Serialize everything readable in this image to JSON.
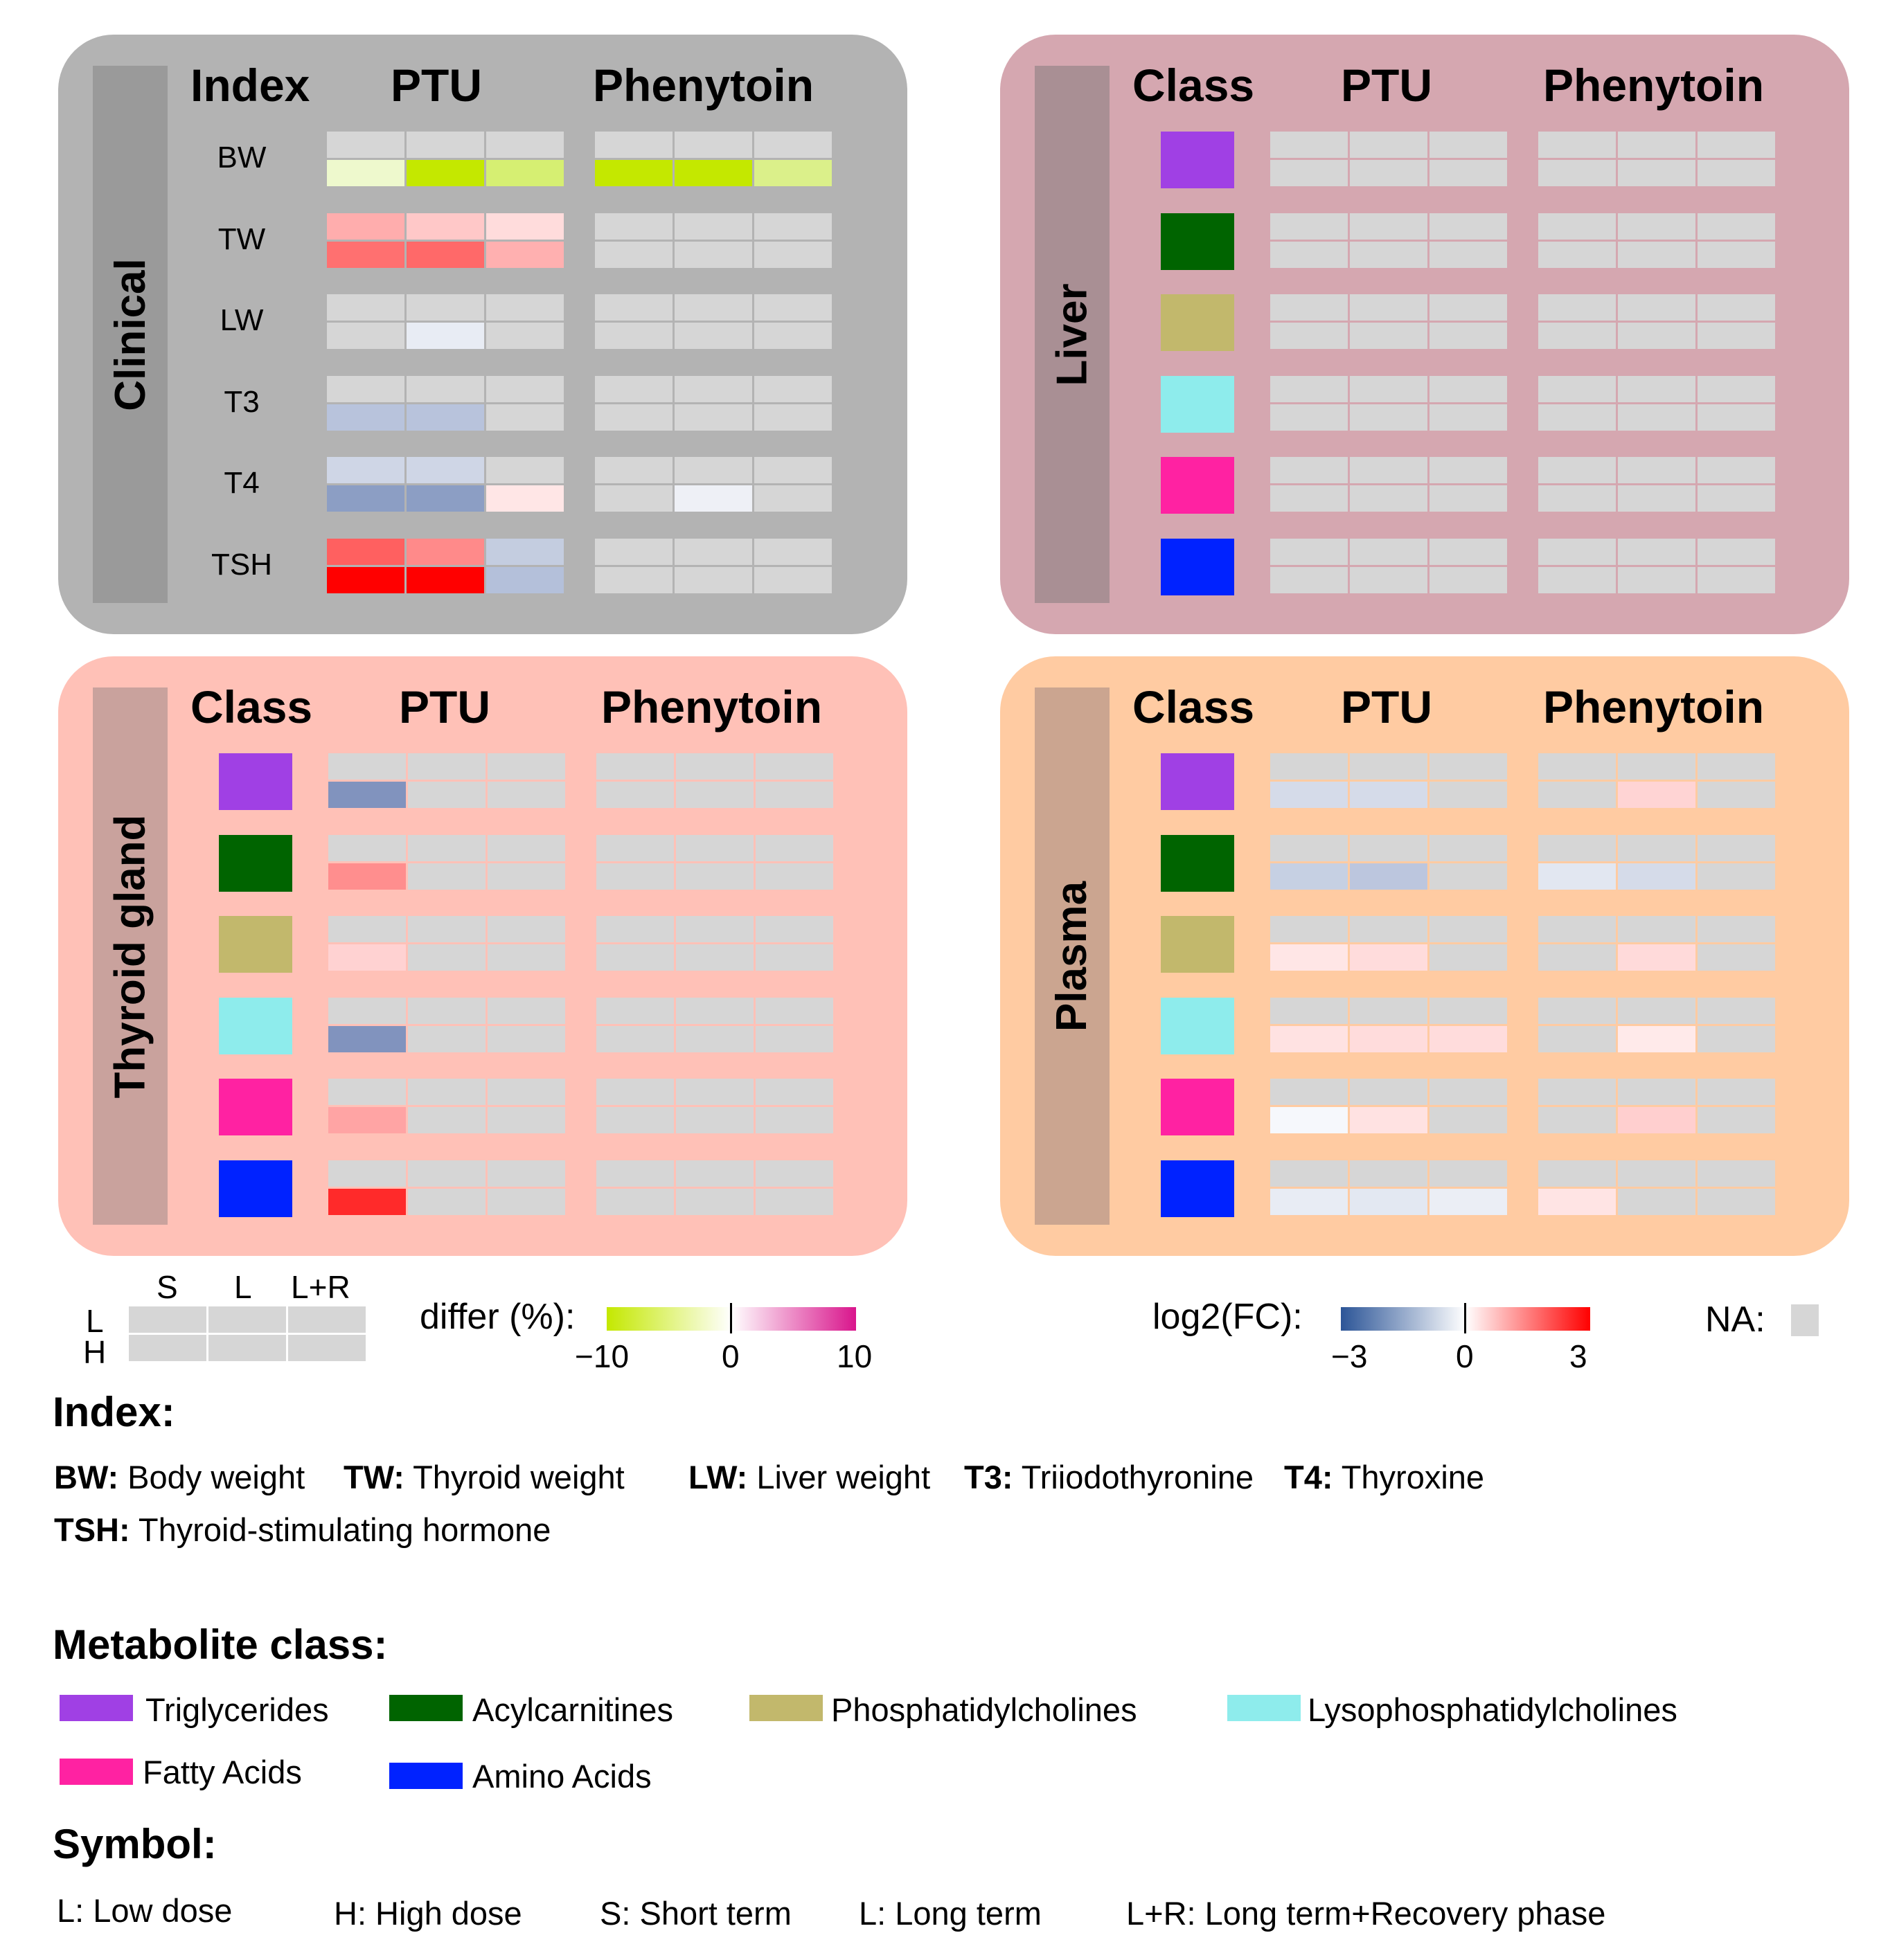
{
  "panels": [
    {
      "name": "Clinical",
      "bg": "#b3b3b3",
      "sidebar_bg": "#9a9a9a",
      "first_col_header": "Index",
      "col_headers": [
        "PTU",
        "Phenytoin"
      ],
      "row_labels": [
        "BW",
        "TW",
        "LW",
        "T3",
        "T4",
        "TSH"
      ],
      "rows": [
        {
          "ptu": [
            "#d6d6d6",
            "#d6d6d6",
            "#d6d6d6",
            "#eef9cd",
            "#c4e800",
            "#d6ef72"
          ],
          "phenytoin": [
            "#d6d6d6",
            "#d6d6d6",
            "#d6d6d6",
            "#c4e800",
            "#c4e800",
            "#dbf08a"
          ]
        },
        {
          "ptu": [
            "#ffadad",
            "#ffc8c8",
            "#ffdcdc",
            "#ff7070",
            "#ff6969",
            "#ffb0b0"
          ],
          "phenytoin": [
            "#d6d6d6",
            "#d6d6d6",
            "#d6d6d6",
            "#d6d6d6",
            "#d6d6d6",
            "#d6d6d6"
          ]
        },
        {
          "ptu": [
            "#d6d6d6",
            "#d6d6d6",
            "#d6d6d6",
            "#d6d6d6",
            "#e8ecf4",
            "#d6d6d6"
          ],
          "phenytoin": [
            "#d6d6d6",
            "#d6d6d6",
            "#d6d6d6",
            "#d6d6d6",
            "#d6d6d6",
            "#d6d6d6"
          ]
        },
        {
          "ptu": [
            "#d6d6d6",
            "#d6d6d6",
            "#d6d6d6",
            "#b8c3dc",
            "#b8c3dc",
            "#d6d6d6"
          ],
          "phenytoin": [
            "#d6d6d6",
            "#d6d6d6",
            "#d6d6d6",
            "#d6d6d6",
            "#d6d6d6",
            "#d6d6d6"
          ]
        },
        {
          "ptu": [
            "#cfd6e6",
            "#cfd6e6",
            "#d6d6d6",
            "#8c9ec4",
            "#8c9ec4",
            "#ffe6e6"
          ],
          "phenytoin": [
            "#d6d6d6",
            "#d6d6d6",
            "#d6d6d6",
            "#d6d6d6",
            "#eef0f6",
            "#d6d6d6"
          ]
        },
        {
          "ptu": [
            "#ff6060",
            "#ff8a8a",
            "#c4cde0",
            "#ff0000",
            "#ff0000",
            "#b4c0da"
          ],
          "phenytoin": [
            "#d6d6d6",
            "#d6d6d6",
            "#d6d6d6",
            "#d6d6d6",
            "#d6d6d6",
            "#d6d6d6"
          ]
        }
      ]
    },
    {
      "name": "Liver",
      "bg": "#d5a7b0",
      "sidebar_bg": "#a98f94",
      "first_col_header": "Class",
      "col_headers": [
        "PTU",
        "Phenytoin"
      ],
      "row_classes": [
        "#a040e4",
        "#006400",
        "#c2b86c",
        "#8eecec",
        "#ff22a2",
        "#0022ff"
      ],
      "rows": [
        {
          "ptu": [
            "#d6d6d6",
            "#d6d6d6",
            "#d6d6d6",
            "#d6d6d6",
            "#d6d6d6",
            "#d6d6d6"
          ],
          "phenytoin": [
            "#d6d6d6",
            "#d6d6d6",
            "#d6d6d6",
            "#d6d6d6",
            "#d6d6d6",
            "#d6d6d6"
          ]
        },
        {
          "ptu": [
            "#d6d6d6",
            "#d6d6d6",
            "#d6d6d6",
            "#d6d6d6",
            "#d6d6d6",
            "#d6d6d6"
          ],
          "phenytoin": [
            "#d6d6d6",
            "#d6d6d6",
            "#d6d6d6",
            "#d6d6d6",
            "#d6d6d6",
            "#d6d6d6"
          ]
        },
        {
          "ptu": [
            "#d6d6d6",
            "#d6d6d6",
            "#d6d6d6",
            "#d6d6d6",
            "#d6d6d6",
            "#d6d6d6"
          ],
          "phenytoin": [
            "#d6d6d6",
            "#d6d6d6",
            "#d6d6d6",
            "#d6d6d6",
            "#d6d6d6",
            "#d6d6d6"
          ]
        },
        {
          "ptu": [
            "#d6d6d6",
            "#d6d6d6",
            "#d6d6d6",
            "#d6d6d6",
            "#d6d6d6",
            "#d6d6d6"
          ],
          "phenytoin": [
            "#d6d6d6",
            "#d6d6d6",
            "#d6d6d6",
            "#d6d6d6",
            "#d6d6d6",
            "#d6d6d6"
          ]
        },
        {
          "ptu": [
            "#d6d6d6",
            "#d6d6d6",
            "#d6d6d6",
            "#d6d6d6",
            "#d6d6d6",
            "#d6d6d6"
          ],
          "phenytoin": [
            "#d6d6d6",
            "#d6d6d6",
            "#d6d6d6",
            "#d6d6d6",
            "#d6d6d6",
            "#d6d6d6"
          ]
        },
        {
          "ptu": [
            "#d6d6d6",
            "#d6d6d6",
            "#d6d6d6",
            "#d6d6d6",
            "#d6d6d6",
            "#d6d6d6"
          ],
          "phenytoin": [
            "#d6d6d6",
            "#d6d6d6",
            "#d6d6d6",
            "#d6d6d6",
            "#d6d6d6",
            "#d6d6d6"
          ]
        }
      ]
    },
    {
      "name": "Thyroid gland",
      "bg": "#ffc1b7",
      "sidebar_bg": "#c9a29d",
      "first_col_header": "Class",
      "col_headers": [
        "PTU",
        "Phenytoin"
      ],
      "row_classes": [
        "#a040e4",
        "#006400",
        "#c2b86c",
        "#8eecec",
        "#ff22a2",
        "#0022ff"
      ],
      "rows": [
        {
          "ptu": [
            "#d6d6d6",
            "#d6d6d6",
            "#d6d6d6",
            "#8193be",
            "#d6d6d6",
            "#d6d6d6"
          ],
          "phenytoin": [
            "#d6d6d6",
            "#d6d6d6",
            "#d6d6d6",
            "#d6d6d6",
            "#d6d6d6",
            "#d6d6d6"
          ]
        },
        {
          "ptu": [
            "#d6d6d6",
            "#d6d6d6",
            "#d6d6d6",
            "#ff8e8e",
            "#d6d6d6",
            "#d6d6d6"
          ],
          "phenytoin": [
            "#d6d6d6",
            "#d6d6d6",
            "#d6d6d6",
            "#d6d6d6",
            "#d6d6d6",
            "#d6d6d6"
          ]
        },
        {
          "ptu": [
            "#d6d6d6",
            "#d6d6d6",
            "#d6d6d6",
            "#ffd2d2",
            "#d6d6d6",
            "#d6d6d6"
          ],
          "phenytoin": [
            "#d6d6d6",
            "#d6d6d6",
            "#d6d6d6",
            "#d6d6d6",
            "#d6d6d6",
            "#d6d6d6"
          ]
        },
        {
          "ptu": [
            "#d6d6d6",
            "#d6d6d6",
            "#d6d6d6",
            "#8193be",
            "#d6d6d6",
            "#d6d6d6"
          ],
          "phenytoin": [
            "#d6d6d6",
            "#d6d6d6",
            "#d6d6d6",
            "#d6d6d6",
            "#d6d6d6",
            "#d6d6d6"
          ]
        },
        {
          "ptu": [
            "#d6d6d6",
            "#d6d6d6",
            "#d6d6d6",
            "#ffa4a4",
            "#d6d6d6",
            "#d6d6d6"
          ],
          "phenytoin": [
            "#d6d6d6",
            "#d6d6d6",
            "#d6d6d6",
            "#d6d6d6",
            "#d6d6d6",
            "#d6d6d6"
          ]
        },
        {
          "ptu": [
            "#d6d6d6",
            "#d6d6d6",
            "#d6d6d6",
            "#ff2a2a",
            "#d6d6d6",
            "#d6d6d6"
          ],
          "phenytoin": [
            "#d6d6d6",
            "#d6d6d6",
            "#d6d6d6",
            "#d6d6d6",
            "#d6d6d6",
            "#d6d6d6"
          ]
        }
      ]
    },
    {
      "name": "Plasma",
      "bg": "#ffcba2",
      "sidebar_bg": "#cba590",
      "first_col_header": "Class",
      "col_headers": [
        "PTU",
        "Phenytoin"
      ],
      "row_classes": [
        "#a040e4",
        "#006400",
        "#c2b86c",
        "#8eecec",
        "#ff22a2",
        "#0022ff"
      ],
      "rows": [
        {
          "ptu": [
            "#d6d6d6",
            "#d6d6d6",
            "#d6d6d6",
            "#d5dbe9",
            "#d5dbe9",
            "#d6d6d6"
          ],
          "phenytoin": [
            "#d6d6d6",
            "#d6d6d6",
            "#d6d6d6",
            "#d6d6d6",
            "#ffd4d4",
            "#d6d6d6"
          ]
        },
        {
          "ptu": [
            "#d6d6d6",
            "#d6d6d6",
            "#d6d6d6",
            "#c6d0e3",
            "#bcc6de",
            "#d6d6d6"
          ],
          "phenytoin": [
            "#d6d6d6",
            "#d6d6d6",
            "#d6d6d6",
            "#e2e7f1",
            "#d5dbe9",
            "#d6d6d6"
          ]
        },
        {
          "ptu": [
            "#d6d6d6",
            "#d6d6d6",
            "#d6d6d6",
            "#ffe6e6",
            "#ffdcdc",
            "#d6d6d6"
          ],
          "phenytoin": [
            "#d6d6d6",
            "#d6d6d6",
            "#d6d6d6",
            "#d6d6d6",
            "#ffdada",
            "#d6d6d6"
          ]
        },
        {
          "ptu": [
            "#d6d6d6",
            "#d6d6d6",
            "#d6d6d6",
            "#ffe2e2",
            "#ffdcdc",
            "#ffdcdc"
          ],
          "phenytoin": [
            "#d6d6d6",
            "#d6d6d6",
            "#d6d6d6",
            "#d6d6d6",
            "#ffeaea",
            "#d6d6d6"
          ]
        },
        {
          "ptu": [
            "#d6d6d6",
            "#d6d6d6",
            "#d6d6d6",
            "#f6f8fc",
            "#ffe2e2",
            "#d6d6d6"
          ],
          "phenytoin": [
            "#d6d6d6",
            "#d6d6d6",
            "#d6d6d6",
            "#d6d6d6",
            "#ffcfcf",
            "#d6d6d6"
          ]
        },
        {
          "ptu": [
            "#d6d6d6",
            "#d6d6d6",
            "#d6d6d6",
            "#e8ecf4",
            "#e3e8f2",
            "#ebeef5"
          ],
          "phenytoin": [
            "#d6d6d6",
            "#d6d6d6",
            "#d6d6d6",
            "#ffe4e4",
            "#d6d6d6",
            "#d6d6d6"
          ]
        }
      ]
    }
  ],
  "symbol_key": {
    "col_labels": [
      "S",
      "L",
      "L+R"
    ],
    "row_labels": [
      "L",
      "H"
    ]
  },
  "differ_scale": {
    "label": "differ (%):",
    "ticks": [
      "−10",
      "0",
      "10"
    ],
    "colors": [
      "#c4e800",
      "#ffffff",
      "#d9158c"
    ]
  },
  "fc_scale": {
    "label": "log2(FC):",
    "ticks": [
      "−3",
      "0",
      "3"
    ],
    "colors": [
      "#2c5597",
      "#ffffff",
      "#ff0000"
    ]
  },
  "na_key": {
    "label": "NA:",
    "color": "#d6d6d6"
  },
  "index_legend": {
    "title": "Index:",
    "items": [
      {
        "abbr": "BW:",
        "text": " Body weight"
      },
      {
        "abbr": "TW:",
        "text": " Thyroid weight"
      },
      {
        "abbr": "LW:",
        "text": " Liver weight"
      },
      {
        "abbr": "T3:",
        "text": " Triiodothyronine"
      },
      {
        "abbr": "T4:",
        "text": " Thyroxine"
      },
      {
        "abbr": "TSH:",
        "text": " Thyroid-stimulating hormone"
      }
    ]
  },
  "class_legend": {
    "title": "Metabolite class:",
    "items": [
      {
        "label": "Triglycerides",
        "color": "#a040e4"
      },
      {
        "label": "Acylcarnitines",
        "color": "#006400"
      },
      {
        "label": "Phosphatidylcholines",
        "color": "#c2b86c"
      },
      {
        "label": "Lysophosphatidylcholines",
        "color": "#8eecec"
      },
      {
        "label": "Fatty Acids",
        "color": "#ff22a2"
      },
      {
        "label": "Amino Acids",
        "color": "#0022ff"
      }
    ]
  },
  "symbol_legend": {
    "title": "Symbol:",
    "items": [
      "L: Low dose",
      "H: High dose",
      "S: Short term",
      "L: Long term",
      "L+R: Long term+Recovery phase"
    ]
  },
  "chart_data": {
    "type": "heatmap",
    "panels": [
      "Clinical",
      "Liver",
      "Thyroid gland",
      "Plasma"
    ],
    "groups": [
      "PTU",
      "Phenytoin"
    ],
    "columns": [
      "S",
      "L",
      "L+R"
    ],
    "dose_rows": [
      "L",
      "H"
    ],
    "clinical_indices": [
      "BW",
      "TW",
      "LW",
      "T3",
      "T4",
      "TSH"
    ],
    "metabolite_classes": [
      "Triglycerides",
      "Acylcarnitines",
      "Phosphatidylcholines",
      "Lysophosphatidylcholines",
      "Fatty Acids",
      "Amino Acids"
    ],
    "color_scales": [
      {
        "name": "differ (%)",
        "range": [
          -10,
          10
        ],
        "applies_to": "BW"
      },
      {
        "name": "log2(FC)",
        "range": [
          -3,
          3
        ]
      }
    ],
    "na_color": "#d6d6d6"
  }
}
